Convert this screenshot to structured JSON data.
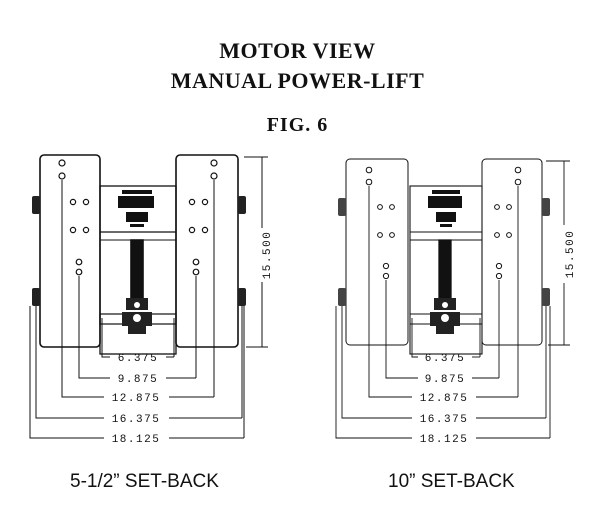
{
  "title": {
    "line1": "MOTOR VIEW",
    "line2": "MANUAL POWER-LIFT",
    "figure": "FIG. 6"
  },
  "views": [
    {
      "caption": "5-1/2” SET-BACK",
      "height_dim": "15.500",
      "width_dims": [
        "6.375",
        "9.875",
        "12.875",
        "16.375",
        "18.125"
      ]
    },
    {
      "caption": "10” SET-BACK",
      "height_dim": "15.500",
      "width_dims": [
        "6.375",
        "9.875",
        "12.875",
        "16.375",
        "18.125"
      ]
    }
  ]
}
